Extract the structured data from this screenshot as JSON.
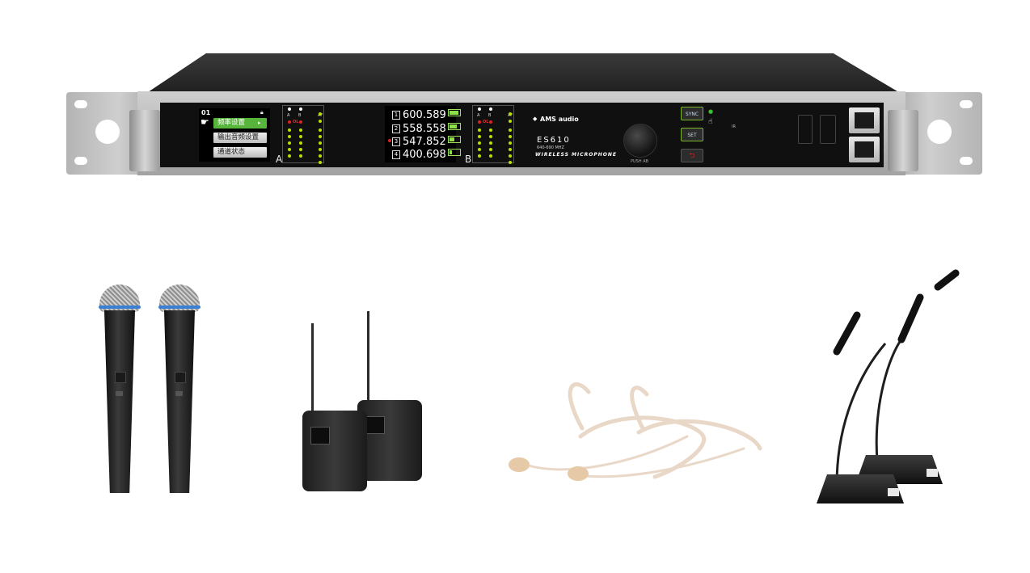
{
  "receiver": {
    "lcd": {
      "channel_number": "01",
      "menu": [
        "频率设置",
        "输出音频设置",
        "通道状态"
      ]
    },
    "meters": {
      "headers": [
        "A",
        "B",
        "AF"
      ],
      "overload_label": "OL"
    },
    "channel_a_label": "A",
    "channel_b_label": "B",
    "frequencies": [
      {
        "index": "1",
        "value": "600.589",
        "battery": 1.0
      },
      {
        "index": "2",
        "value": "558.558",
        "battery": 0.8
      },
      {
        "index": "3",
        "value": "547.852",
        "battery": 0.6
      },
      {
        "index": "4",
        "value": "400.698",
        "battery": 0.3
      }
    ],
    "brand": "AMS audio",
    "model": "ES610",
    "band": "640-690 MHZ",
    "product_line": "WIRELESS MICROPHONE",
    "knob_label": "PUSH AB",
    "buttons": {
      "sync": "SYNC",
      "set": "SET",
      "back": "⮌"
    },
    "ir_label": "IR"
  },
  "colors": {
    "accent_green": "#58b53c",
    "meter_led": "#b8e000",
    "overload_red": "#e02020",
    "handheld_ring": "#3b7fd4",
    "headset_beige": "#e9d8c8"
  },
  "icons": [
    "lock-icon",
    "hand-icon",
    "arrow-right-icon",
    "sync-led-icon",
    "back-icon"
  ]
}
